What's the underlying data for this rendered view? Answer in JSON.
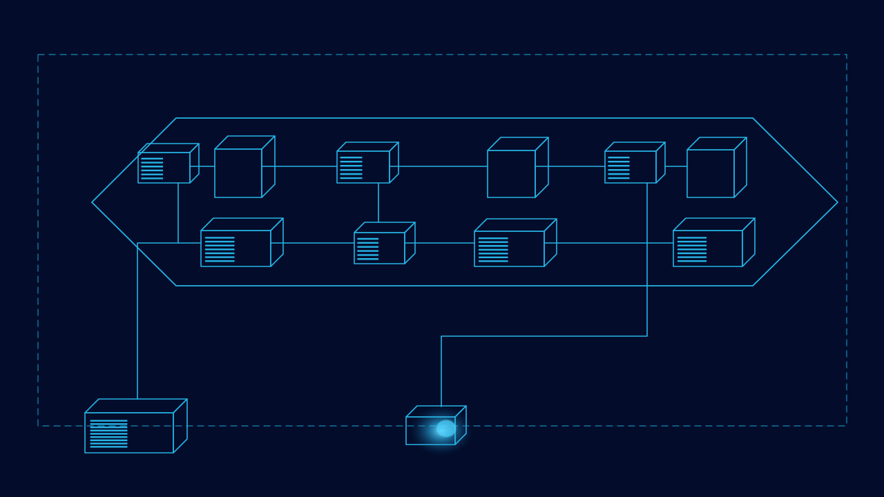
{
  "colors": {
    "background": "#030d2b",
    "line": "#27b4e6",
    "line_dim": "#1f9fd0",
    "glow": "#4fd3ff"
  },
  "diagram": {
    "boundary": {
      "style": "dashed"
    },
    "hexagon_group": {
      "shape": "elongated-hexagon"
    },
    "nodes": [
      {
        "id": "n1",
        "kind": "server-unit",
        "row": "top"
      },
      {
        "id": "n2",
        "kind": "cube",
        "row": "top"
      },
      {
        "id": "n3",
        "kind": "server-unit",
        "row": "top"
      },
      {
        "id": "n4",
        "kind": "cube",
        "row": "top"
      },
      {
        "id": "n5",
        "kind": "server-unit",
        "row": "top"
      },
      {
        "id": "n6",
        "kind": "cube",
        "row": "top"
      },
      {
        "id": "n7",
        "kind": "server-unit",
        "row": "middle"
      },
      {
        "id": "n8",
        "kind": "server-unit",
        "row": "middle"
      },
      {
        "id": "n9",
        "kind": "server-unit",
        "row": "middle"
      },
      {
        "id": "n10",
        "kind": "server-unit",
        "row": "middle"
      },
      {
        "id": "n11",
        "kind": "server-unit",
        "row": "bottom"
      },
      {
        "id": "n12",
        "kind": "glowing-box",
        "row": "bottom",
        "highlighted": true
      }
    ],
    "connections": [
      [
        "n1",
        "n2"
      ],
      [
        "n2",
        "n3"
      ],
      [
        "n3",
        "n4"
      ],
      [
        "n4",
        "n5"
      ],
      [
        "n5",
        "n6"
      ],
      [
        "n1",
        "n7"
      ],
      [
        "n3",
        "n8"
      ],
      [
        "n7",
        "n8"
      ],
      [
        "n8",
        "n9"
      ],
      [
        "n9",
        "n10"
      ],
      [
        "n7",
        "n11"
      ],
      [
        "n5",
        "n12"
      ]
    ]
  }
}
